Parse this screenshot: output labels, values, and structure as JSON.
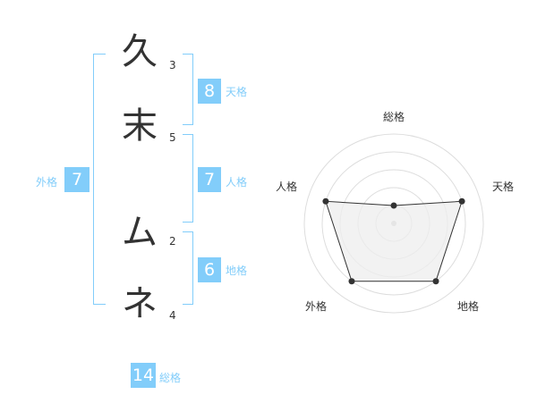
{
  "name": {
    "chars": [
      {
        "char": "久",
        "strokes": "3"
      },
      {
        "char": "末",
        "strokes": "5"
      },
      {
        "char": "ム",
        "strokes": "2"
      },
      {
        "char": "ネ",
        "strokes": "4"
      }
    ]
  },
  "scores": {
    "tenkaku": {
      "value": "8",
      "label": "天格"
    },
    "jinkaku": {
      "value": "7",
      "label": "人格"
    },
    "chikaku": {
      "value": "6",
      "label": "地格"
    },
    "gaikaku": {
      "value": "7",
      "label": "外格"
    },
    "soukaku": {
      "value": "14",
      "label": "総格"
    }
  },
  "chart_data": {
    "type": "radar",
    "axes": [
      "総格",
      "天格",
      "地格",
      "外格",
      "人格"
    ],
    "values": [
      1,
      4,
      4,
      4,
      4
    ],
    "max": 5,
    "rings": 5,
    "fill_color": "#eeeeee",
    "line_color": "#333333",
    "ring_color": "#dddddd"
  },
  "colors": {
    "accent": "#82cdfa",
    "text": "#333333"
  }
}
